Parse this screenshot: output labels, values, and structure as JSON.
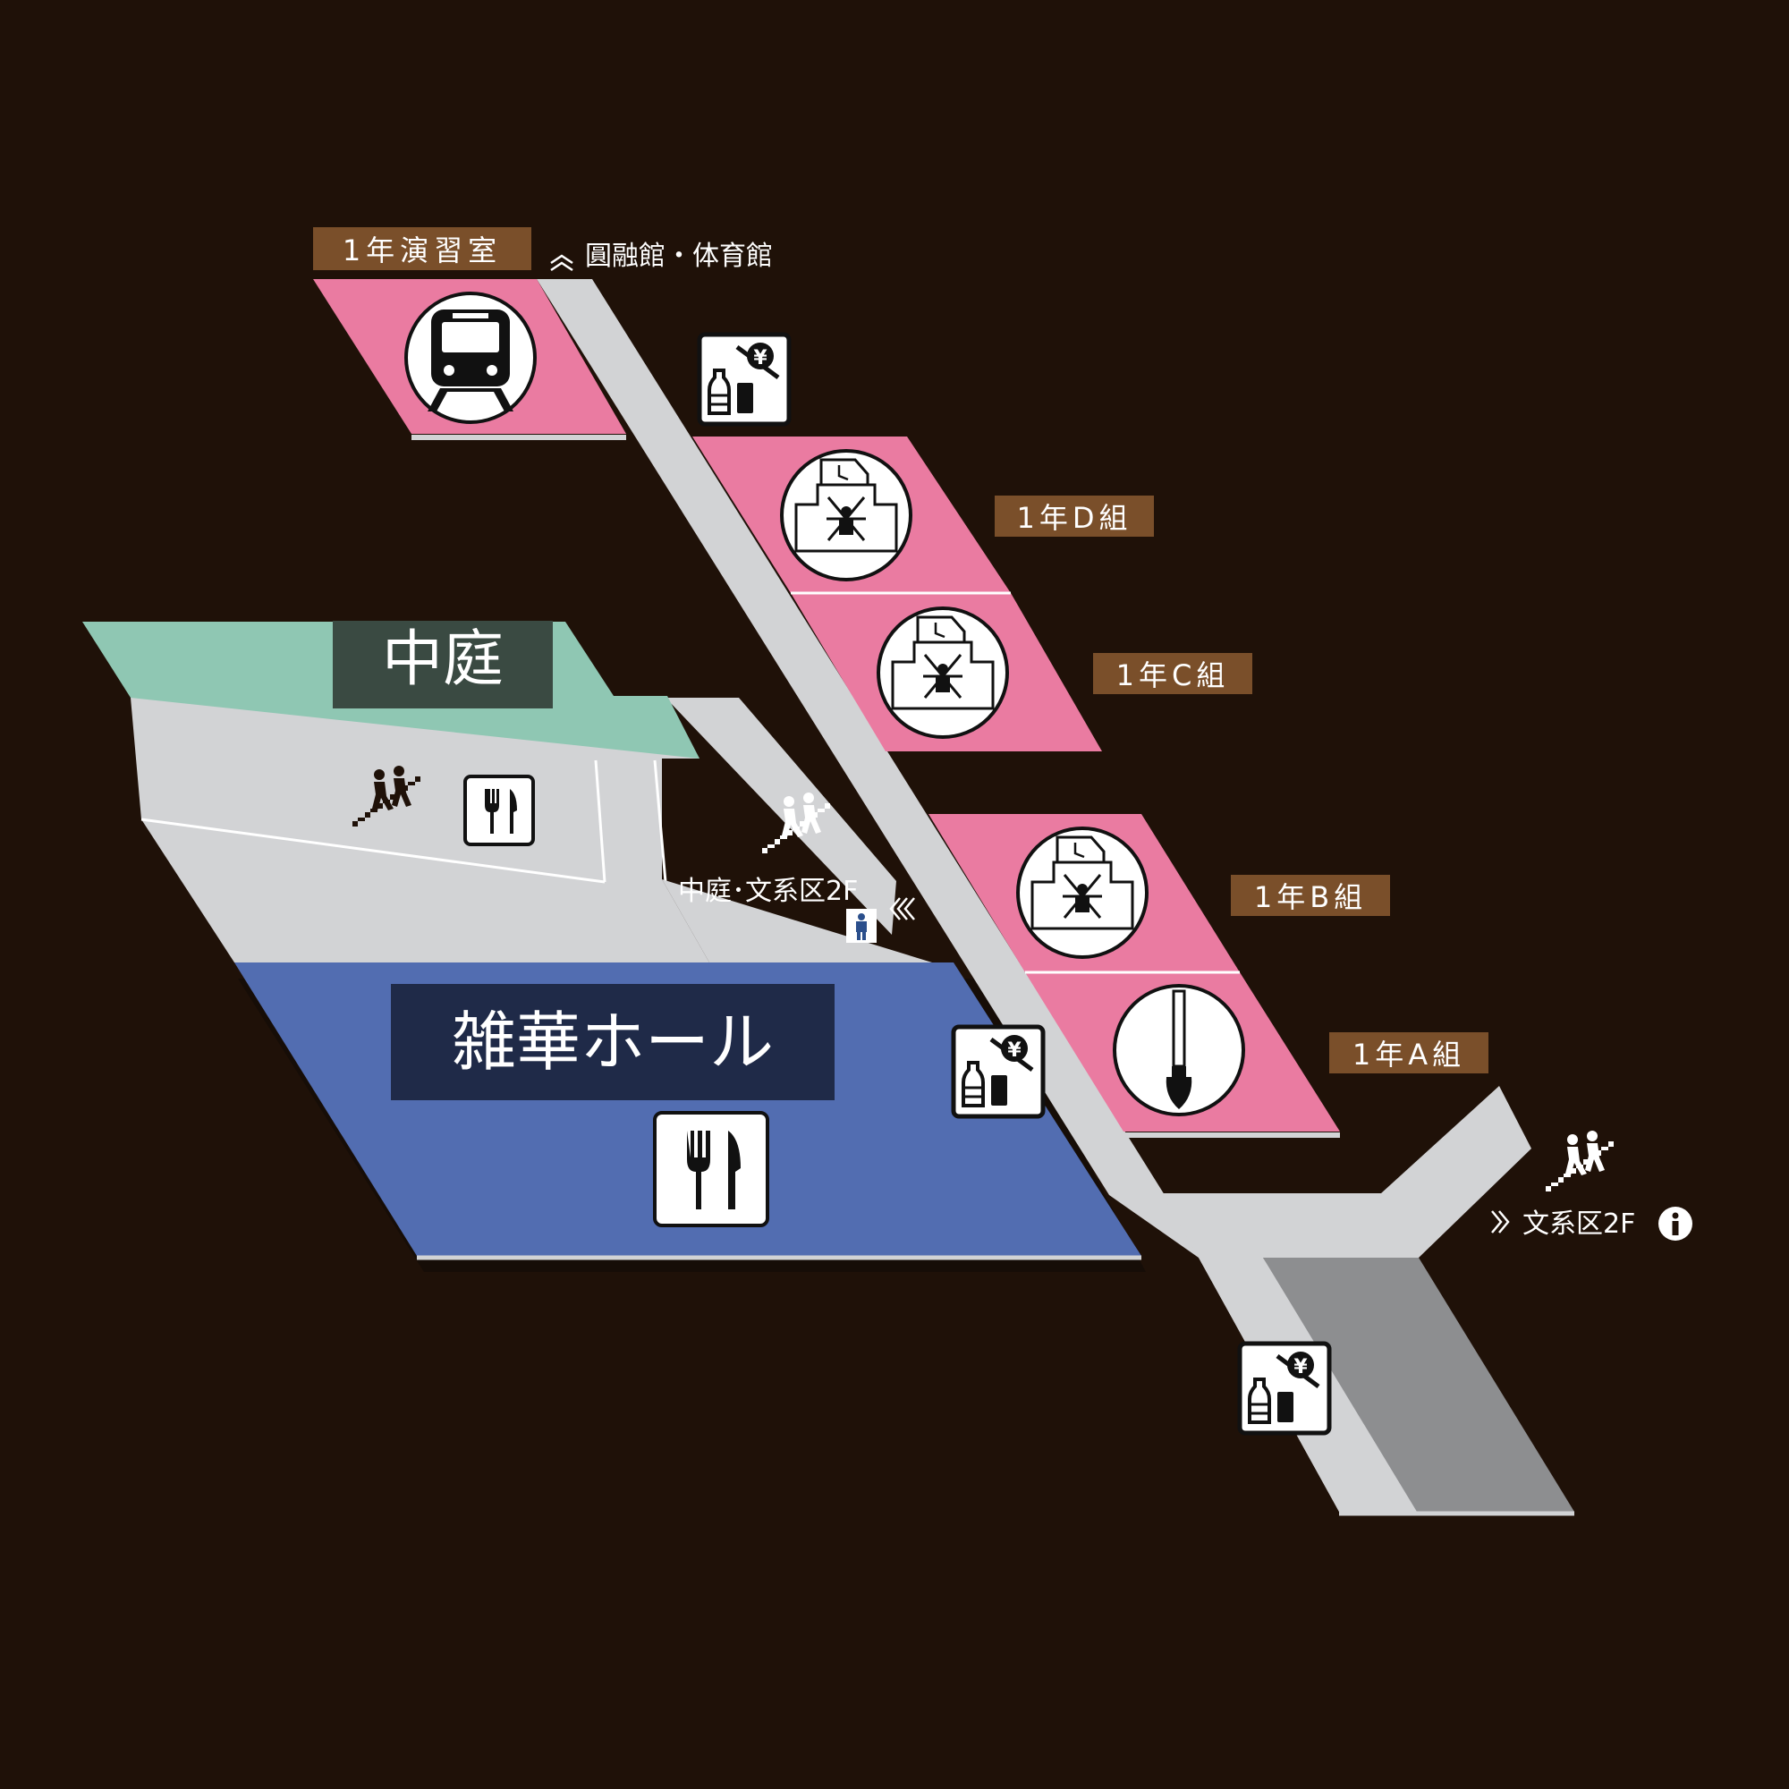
{
  "colors": {
    "background": "#1f1108",
    "corridor": "#d2d3d5",
    "corridor_dark": "#8d8e90",
    "classroom": "#ea7ba1",
    "courtyard": "#8fc7b3",
    "hall": "#526db1",
    "label_brown": "#7a4f2a",
    "courtyard_title_bg": "#3a4a42",
    "hall_title_bg": "#1f2a48"
  },
  "areas": {
    "courtyard": "中庭",
    "hall": "雑華ホール"
  },
  "rooms": [
    {
      "label": "1年演習室",
      "icon": "train-icon"
    },
    {
      "label": "1年D組",
      "icon": "class-event-icon"
    },
    {
      "label": "1年C組",
      "icon": "class-event-icon"
    },
    {
      "label": "1年B組",
      "icon": "class-event-icon"
    },
    {
      "label": "1年A組",
      "icon": "paintbrush-icon"
    }
  ],
  "directions": {
    "top": "圓融館・体育館",
    "center": "中庭･文系区2F",
    "right": "文系区2F"
  },
  "vending": {
    "yen": "¥"
  }
}
